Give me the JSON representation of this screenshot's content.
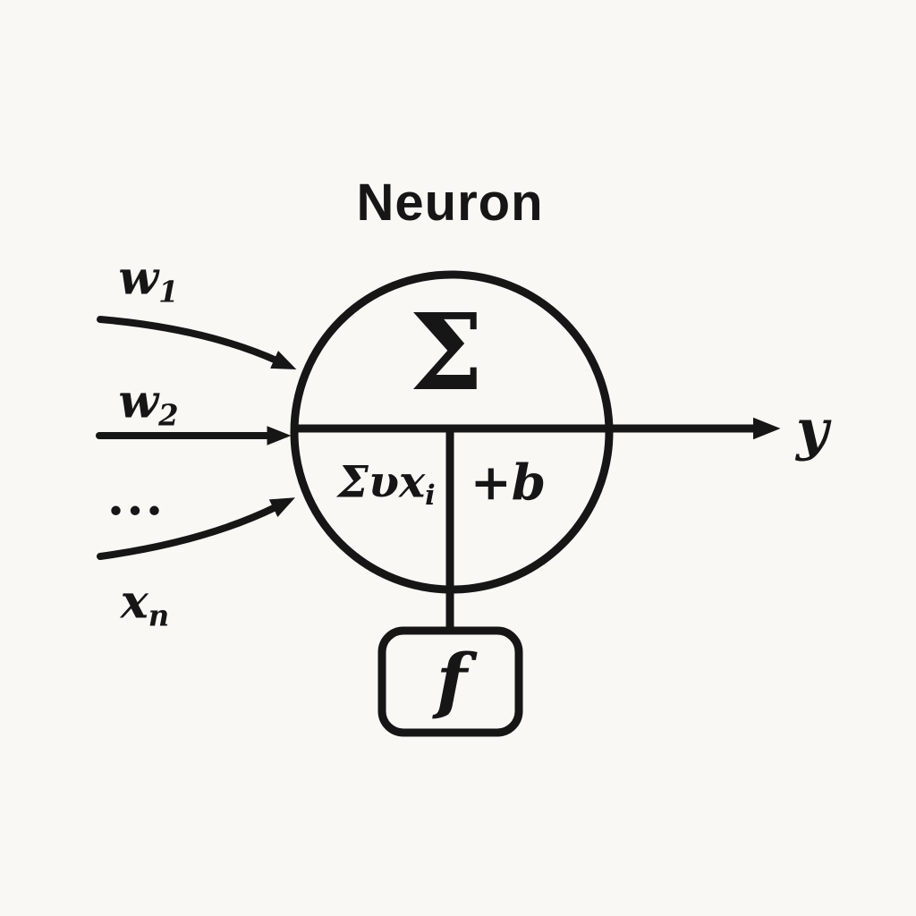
{
  "title": "Neuron",
  "colors": {
    "background": "#f9f8f5",
    "ink": "#161616"
  },
  "inputs": {
    "w1_base": "w",
    "w1_sub": "1",
    "w2_base": "w",
    "w2_sub": "2",
    "ellipsis": "...",
    "xn_base": "x",
    "xn_sub": "n"
  },
  "neuron": {
    "sum_symbol": "Σ",
    "weighted_sum_base": "Συx",
    "weighted_sum_sub": "i",
    "bias": "+b",
    "activation": "f"
  },
  "output": {
    "label": "y"
  }
}
